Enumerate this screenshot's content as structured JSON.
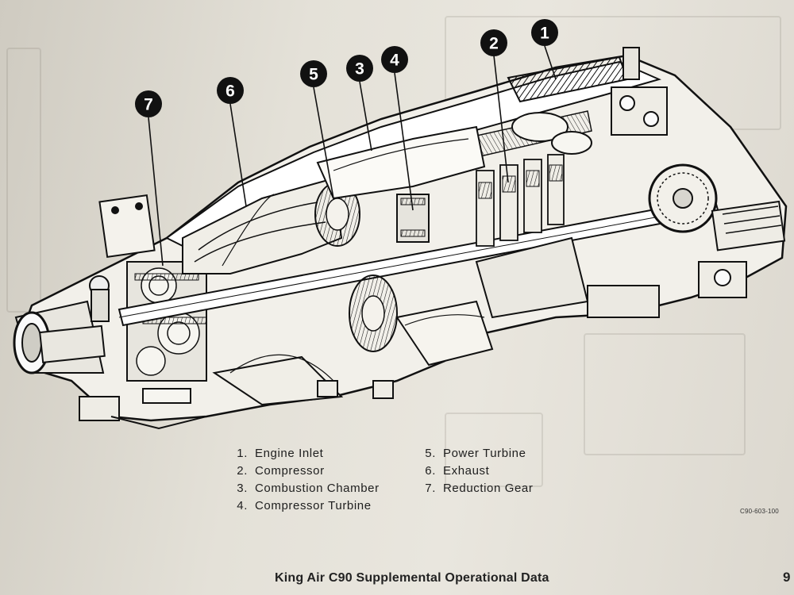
{
  "callouts": [
    {
      "number": "1"
    },
    {
      "number": "2"
    },
    {
      "number": "3"
    },
    {
      "number": "4"
    },
    {
      "number": "5"
    },
    {
      "number": "6"
    },
    {
      "number": "7"
    }
  ],
  "legend": {
    "column1": [
      {
        "index": "1.",
        "label": "Engine Inlet"
      },
      {
        "index": "2.",
        "label": "Compressor"
      },
      {
        "index": "3.",
        "label": "Combustion Chamber"
      },
      {
        "index": "4.",
        "label": "Compressor Turbine"
      }
    ],
    "column2": [
      {
        "index": "5.",
        "label": "Power Turbine"
      },
      {
        "index": "6.",
        "label": "Exhaust"
      },
      {
        "index": "7.",
        "label": "Reduction Gear"
      }
    ]
  },
  "figure_code": "C90-603-100",
  "footer": {
    "title": "King Air C90 Supplemental Operational Data",
    "page_number": "9"
  }
}
